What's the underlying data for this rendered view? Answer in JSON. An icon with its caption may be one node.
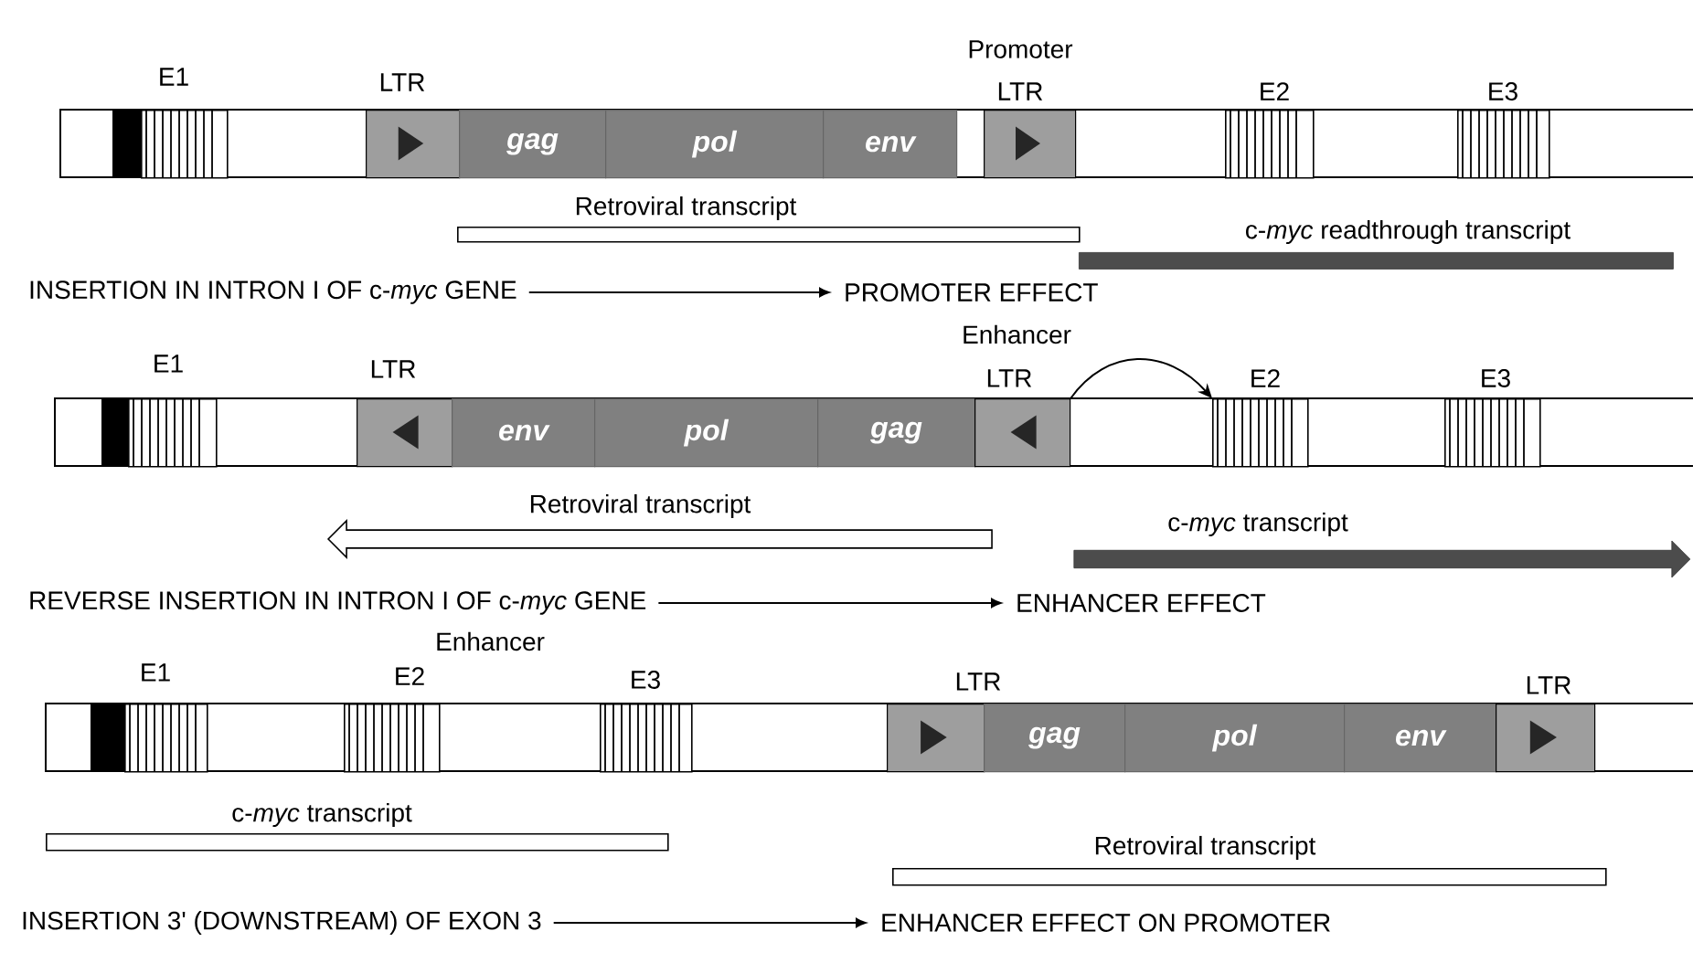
{
  "diagram": {
    "nodes": [
      {
        "text": [
          "E1"
        ]
      },
      {
        "text": [
          "LTR"
        ]
      },
      {
        "text": [
          "gag"
        ]
      },
      {
        "text": [
          "pol"
        ]
      },
      {
        "text": [
          "env"
        ]
      },
      {
        "text": [
          "LTR"
        ],
        "beside": [
          "Promoter"
        ]
      },
      {
        "text": [
          "E2"
        ]
      },
      {
        "text": [
          "E3"
        ]
      },
      {
        "text": [
          "Retroviral transcript"
        ]
      },
      {
        "text": [
          "c-*myc* readthrough transcript"
        ]
      },
      {
        "text": [
          "E1"
        ]
      },
      {
        "text": [
          "LTR"
        ]
      },
      {
        "text": [
          "env"
        ]
      },
      {
        "text": [
          "pol"
        ]
      },
      {
        "text": [
          "gag"
        ]
      },
      {
        "text": [
          "LTR"
        ],
        "beside": [
          "Enhancer"
        ]
      },
      {
        "text": [
          "E2"
        ]
      },
      {
        "text": [
          "E3"
        ]
      },
      {
        "text": [
          "Retroviral transcript"
        ]
      },
      {
        "text": [
          "c-*myc* transcript"
        ]
      },
      {
        "text": [
          "E1"
        ]
      },
      {
        "text": [
          "E2"
        ],
        "beside": [
          "Enhancer"
        ]
      },
      {
        "text": [
          "E3"
        ]
      },
      {
        "text": [
          "LTR"
        ]
      },
      {
        "text": [
          "gag"
        ]
      },
      {
        "text": [
          "pol"
        ]
      },
      {
        "text": [
          "env"
        ]
      },
      {
        "text": [
          "LTR"
        ]
      },
      {
        "text": [
          "c-*myc* transcript"
        ]
      },
      {
        "text": [
          "Retroviral transcript"
        ]
      }
    ],
    "edges": [
      {
        "from": 15,
        "to": 16,
        "arrow": "to"
      }
    ],
    "labels": [
      "INSERTION IN INTRON I OF c-*myc* GENE",
      "PROMOTER EFFECT",
      "REVERSE INSERTION IN INTRON I OF c-*myc* GENE",
      "ENHANCER EFFECT",
      "INSERTION 3' (DOWNSTREAM) OF EXON 3",
      "ENHANCER EFFECT ON PROMOTER"
    ]
  }
}
